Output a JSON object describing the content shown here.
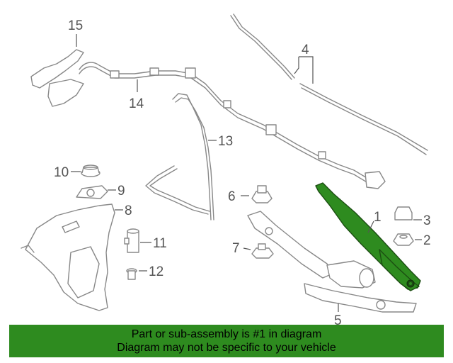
{
  "callouts": {
    "c1": "1",
    "c2": "2",
    "c3": "3",
    "c4": "4",
    "c5": "5",
    "c6": "6",
    "c7": "7",
    "c8": "8",
    "c9": "9",
    "c10": "10",
    "c11": "11",
    "c12": "12",
    "c13": "13",
    "c14": "14",
    "c15": "15"
  },
  "highlighted_part": "1",
  "colors": {
    "highlight": "#2e8b1f",
    "line": "#888888",
    "label": "#555555",
    "banner": "#2e8b1f"
  },
  "banner": {
    "line1": "Part or sub-assembly is #1 in diagram",
    "line2": "Diagram may not be specific to your vehicle"
  }
}
